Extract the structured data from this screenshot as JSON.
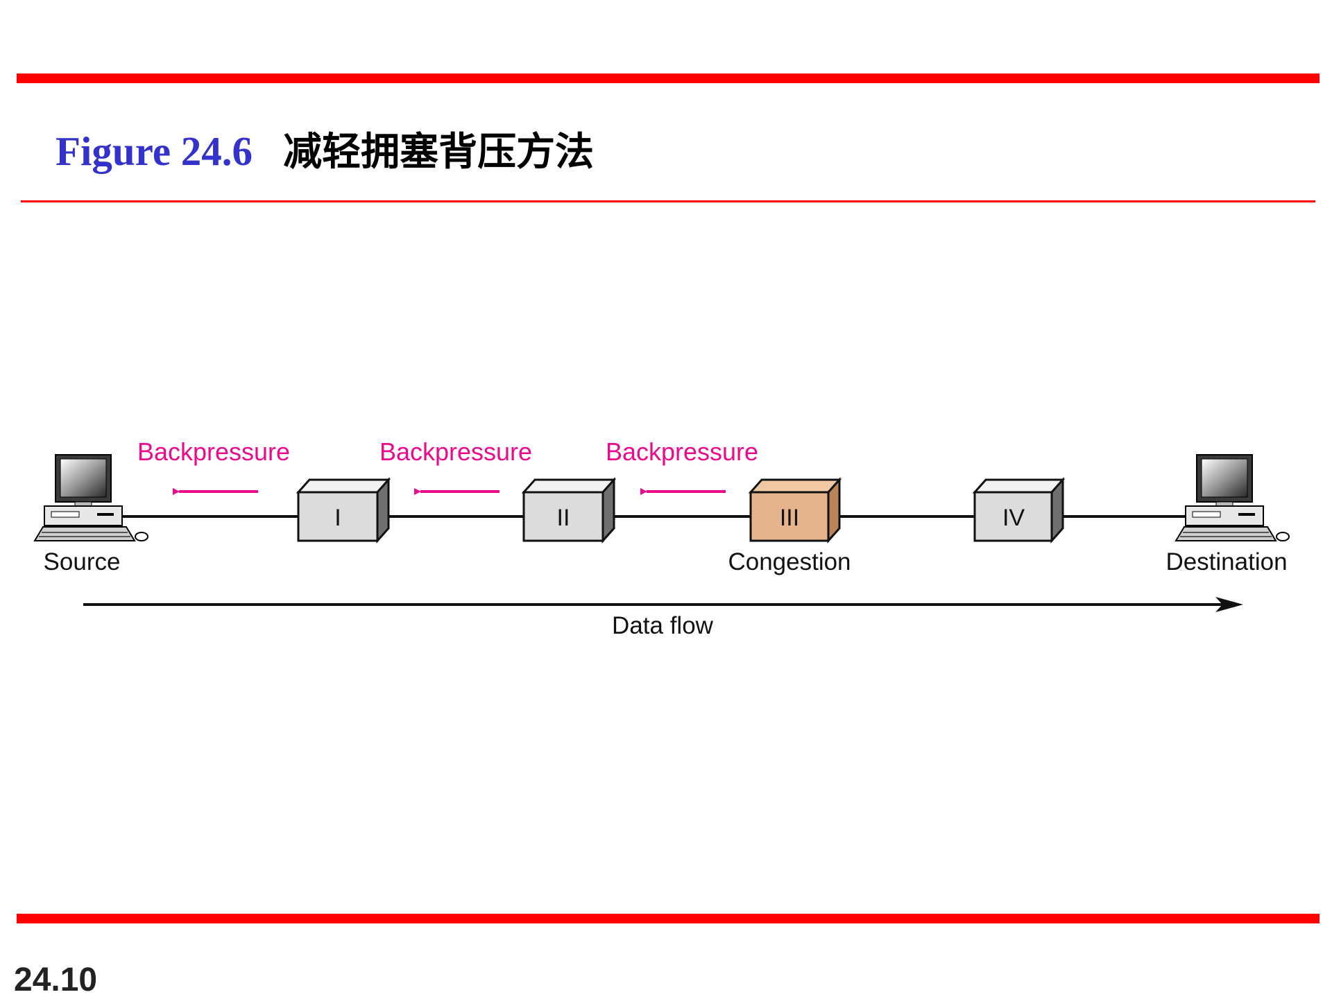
{
  "slide": {
    "figure_label": "Figure 24.6",
    "figure_caption": "减轻拥塞背压方法",
    "page_number": "24.10"
  },
  "diagram": {
    "source_label": "Source",
    "destination_label": "Destination",
    "routers": [
      {
        "id": "I",
        "label": "I",
        "congested": false
      },
      {
        "id": "II",
        "label": "II",
        "congested": false
      },
      {
        "id": "III",
        "label": "III",
        "congested": true
      },
      {
        "id": "IV",
        "label": "IV",
        "congested": false
      }
    ],
    "congestion_label": "Congestion",
    "backpressure_labels": [
      "Backpressure",
      "Backpressure",
      "Backpressure"
    ],
    "data_flow_label": "Data flow",
    "colors": {
      "rule": "#ff0000",
      "figure_label": "#3333cc",
      "backpressure": "#ec0a8c",
      "router_normal": "#dcdcdc",
      "router_congested": "#e6b48c"
    }
  }
}
